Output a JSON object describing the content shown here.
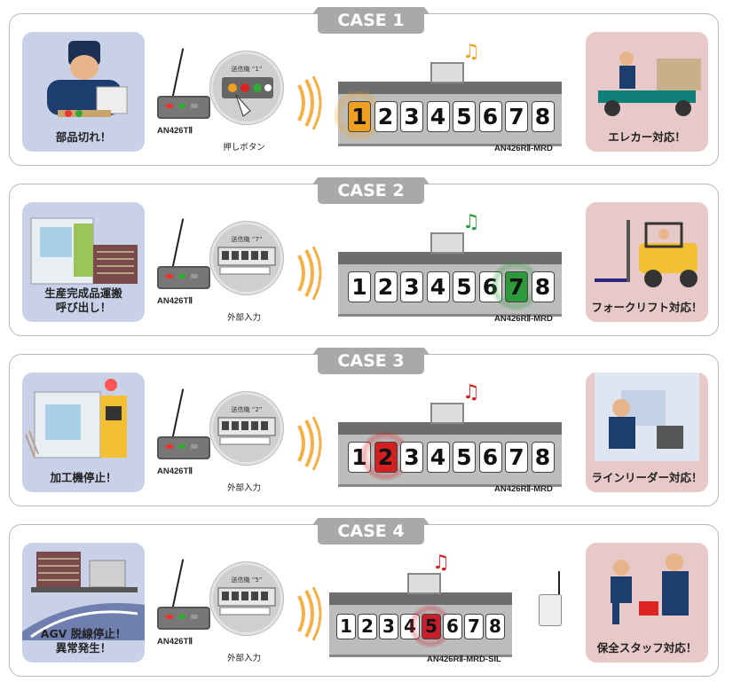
{
  "cases": [
    {
      "tag": "CASE 1",
      "left_label": [
        "部品切れ！"
      ],
      "transmitter": "AN426TⅡ",
      "circle_caption": "送信機 “1”",
      "input_label": "押しボタン",
      "digits": [
        "1",
        "2",
        "3",
        "4",
        "5",
        "6",
        "7",
        "8"
      ],
      "active_digit": "1",
      "active_color": "#f0a020",
      "note_color": "#f0a020",
      "board_model": "AN426RⅡ-MRD",
      "right_label": "エレカー対応！"
    },
    {
      "tag": "CASE 2",
      "left_label": [
        "生産完成品運搬",
        "呼び出し！"
      ],
      "transmitter": "AN426TⅡ",
      "circle_caption": "送信機 “7”",
      "input_label": "外部入力",
      "digits": [
        "1",
        "2",
        "3",
        "4",
        "5",
        "6",
        "7",
        "8"
      ],
      "active_digit": "7",
      "active_color": "#2c9a3a",
      "note_color": "#2c9a3a",
      "board_model": "AN426RⅡ-MRD",
      "right_label": "フォークリフト対応！"
    },
    {
      "tag": "CASE 3",
      "left_label": [
        "加工機停止！"
      ],
      "transmitter": "AN426TⅡ",
      "circle_caption": "送信機 “2”",
      "input_label": "外部入力",
      "digits": [
        "1",
        "2",
        "3",
        "4",
        "5",
        "6",
        "7",
        "8"
      ],
      "active_digit": "2",
      "active_color": "#d22020",
      "note_color": "#d22020",
      "board_model": "AN426RⅡ-MRD",
      "right_label": "ラインリーダー対応！"
    },
    {
      "tag": "CASE 4",
      "left_label": [
        "AGV 脱線停止！",
        "異常発生！"
      ],
      "transmitter": "AN426TⅡ",
      "circle_caption": "送信機 “5”",
      "input_label": "外部入力",
      "digits": [
        "1",
        "2",
        "3",
        "4",
        "5",
        "6",
        "7",
        "8"
      ],
      "active_digit": "5",
      "active_color": "#c81e2c",
      "note_color": "#d22020",
      "board_model": "AN426RⅡ-MRD-SIL",
      "right_label": "保全スタッフ対応！"
    }
  ]
}
